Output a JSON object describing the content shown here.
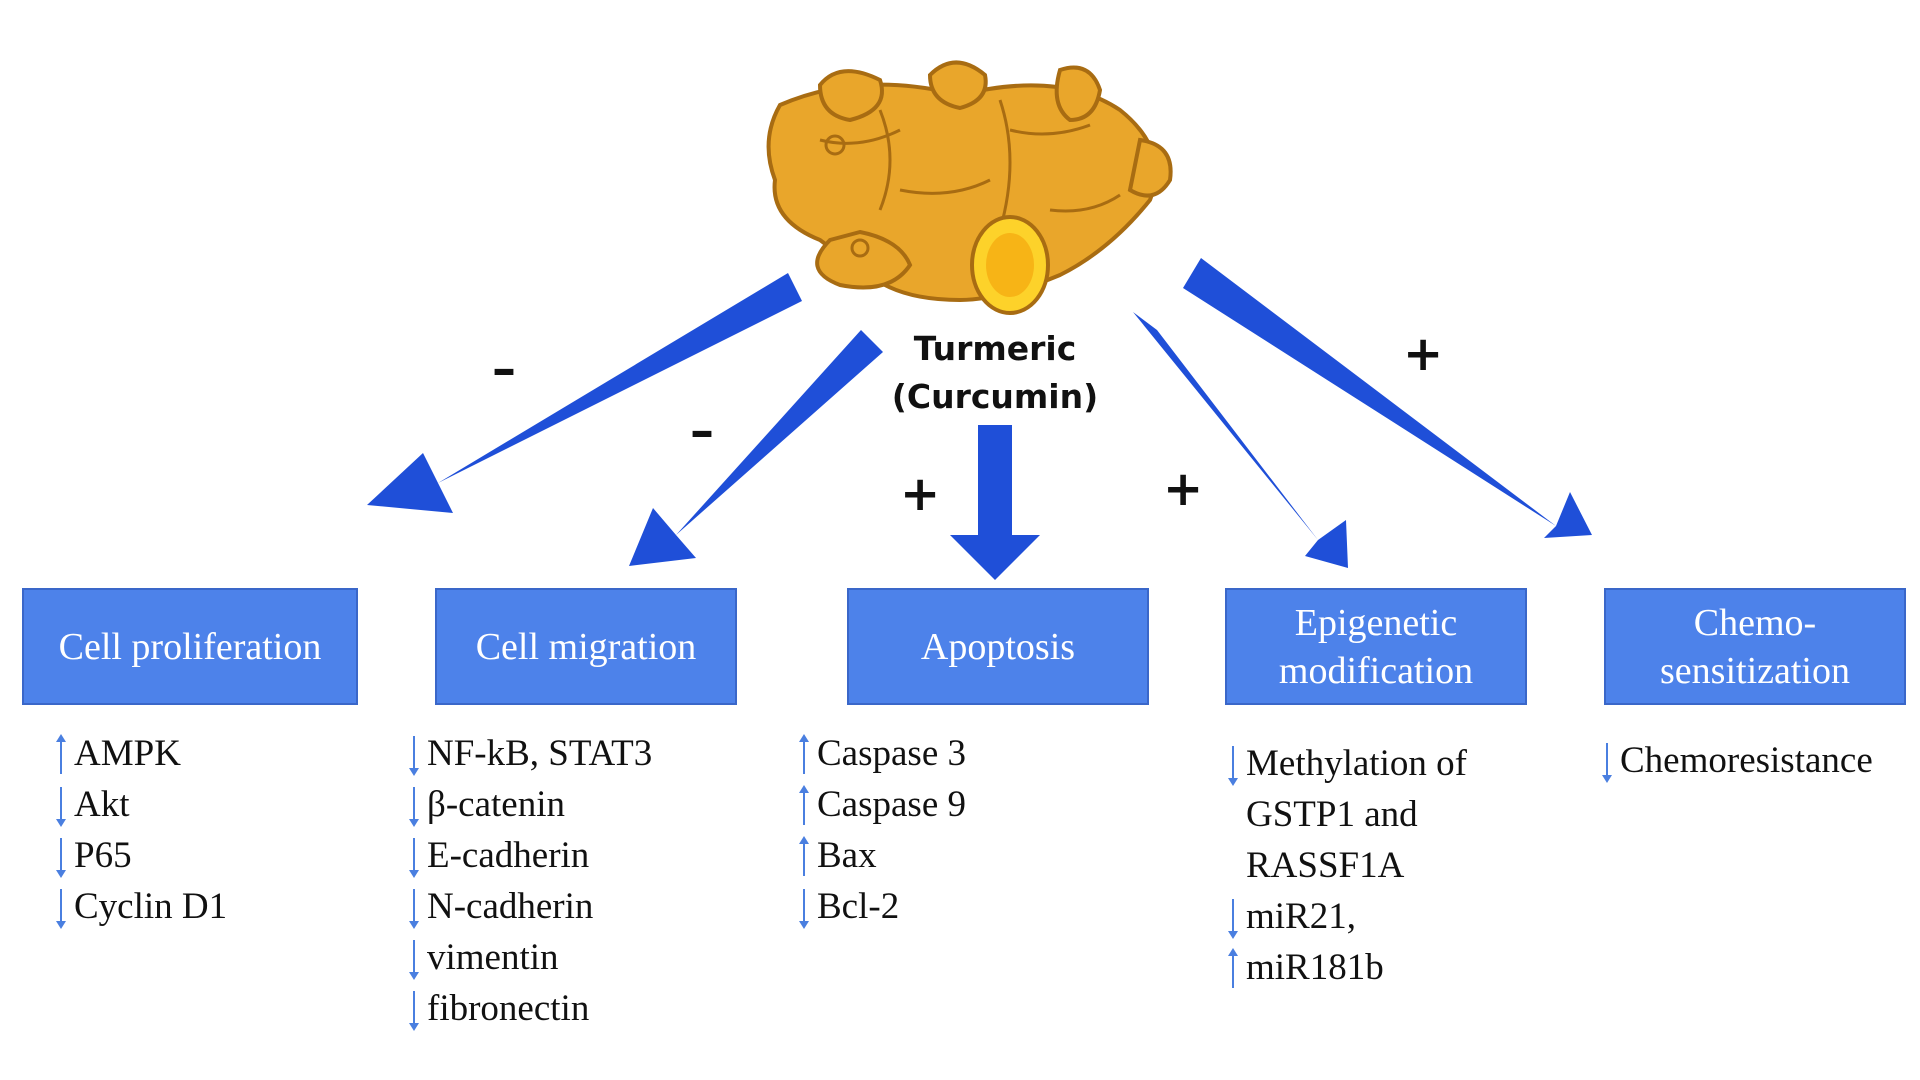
{
  "center": {
    "line1": "Turmeric",
    "line2": "(Curcumin)"
  },
  "colors": {
    "arrow": "#1f4fd8",
    "box": "#4d82ea",
    "indicator": "#4a7fe0",
    "turmeric": "#e9a62b"
  },
  "signs": [
    "–",
    "–",
    "+",
    "+",
    "+"
  ],
  "boxes": [
    {
      "label": "Cell proliferation"
    },
    {
      "label": "Cell migration"
    },
    {
      "label": "Apoptosis"
    },
    {
      "label": "Epigenetic\nmodification"
    },
    {
      "label": "Chemo-\nsensitization"
    }
  ],
  "lists": [
    [
      {
        "text": "AMPK",
        "dir": "up"
      },
      {
        "text": "Akt",
        "dir": "down"
      },
      {
        "text": "P65",
        "dir": "down"
      },
      {
        "text": "Cyclin D1",
        "dir": "down"
      }
    ],
    [
      {
        "text": "NF-kB, STAT3",
        "dir": "down"
      },
      {
        "text": "β-catenin",
        "dir": "down"
      },
      {
        "text": "E-cadherin",
        "dir": "down"
      },
      {
        "text": "N-cadherin",
        "dir": "down"
      },
      {
        "text": "vimentin",
        "dir": "down"
      },
      {
        "text": "fibronectin",
        "dir": "down"
      }
    ],
    [
      {
        "text": "Caspase 3",
        "dir": "up"
      },
      {
        "text": "Caspase 9",
        "dir": "up"
      },
      {
        "text": "Bax",
        "dir": "up"
      },
      {
        "text": "Bcl-2",
        "dir": "down"
      }
    ],
    [
      {
        "text": "Methylation of",
        "dir": "down"
      },
      {
        "text": "GSTP1 and",
        "dir": ""
      },
      {
        "text": "RASSF1A",
        "dir": ""
      },
      {
        "text": "miR21,",
        "dir": "down"
      },
      {
        "text": "miR181b",
        "dir": "up"
      }
    ],
    [
      {
        "text": "Chemoresistance",
        "dir": "down"
      }
    ]
  ]
}
